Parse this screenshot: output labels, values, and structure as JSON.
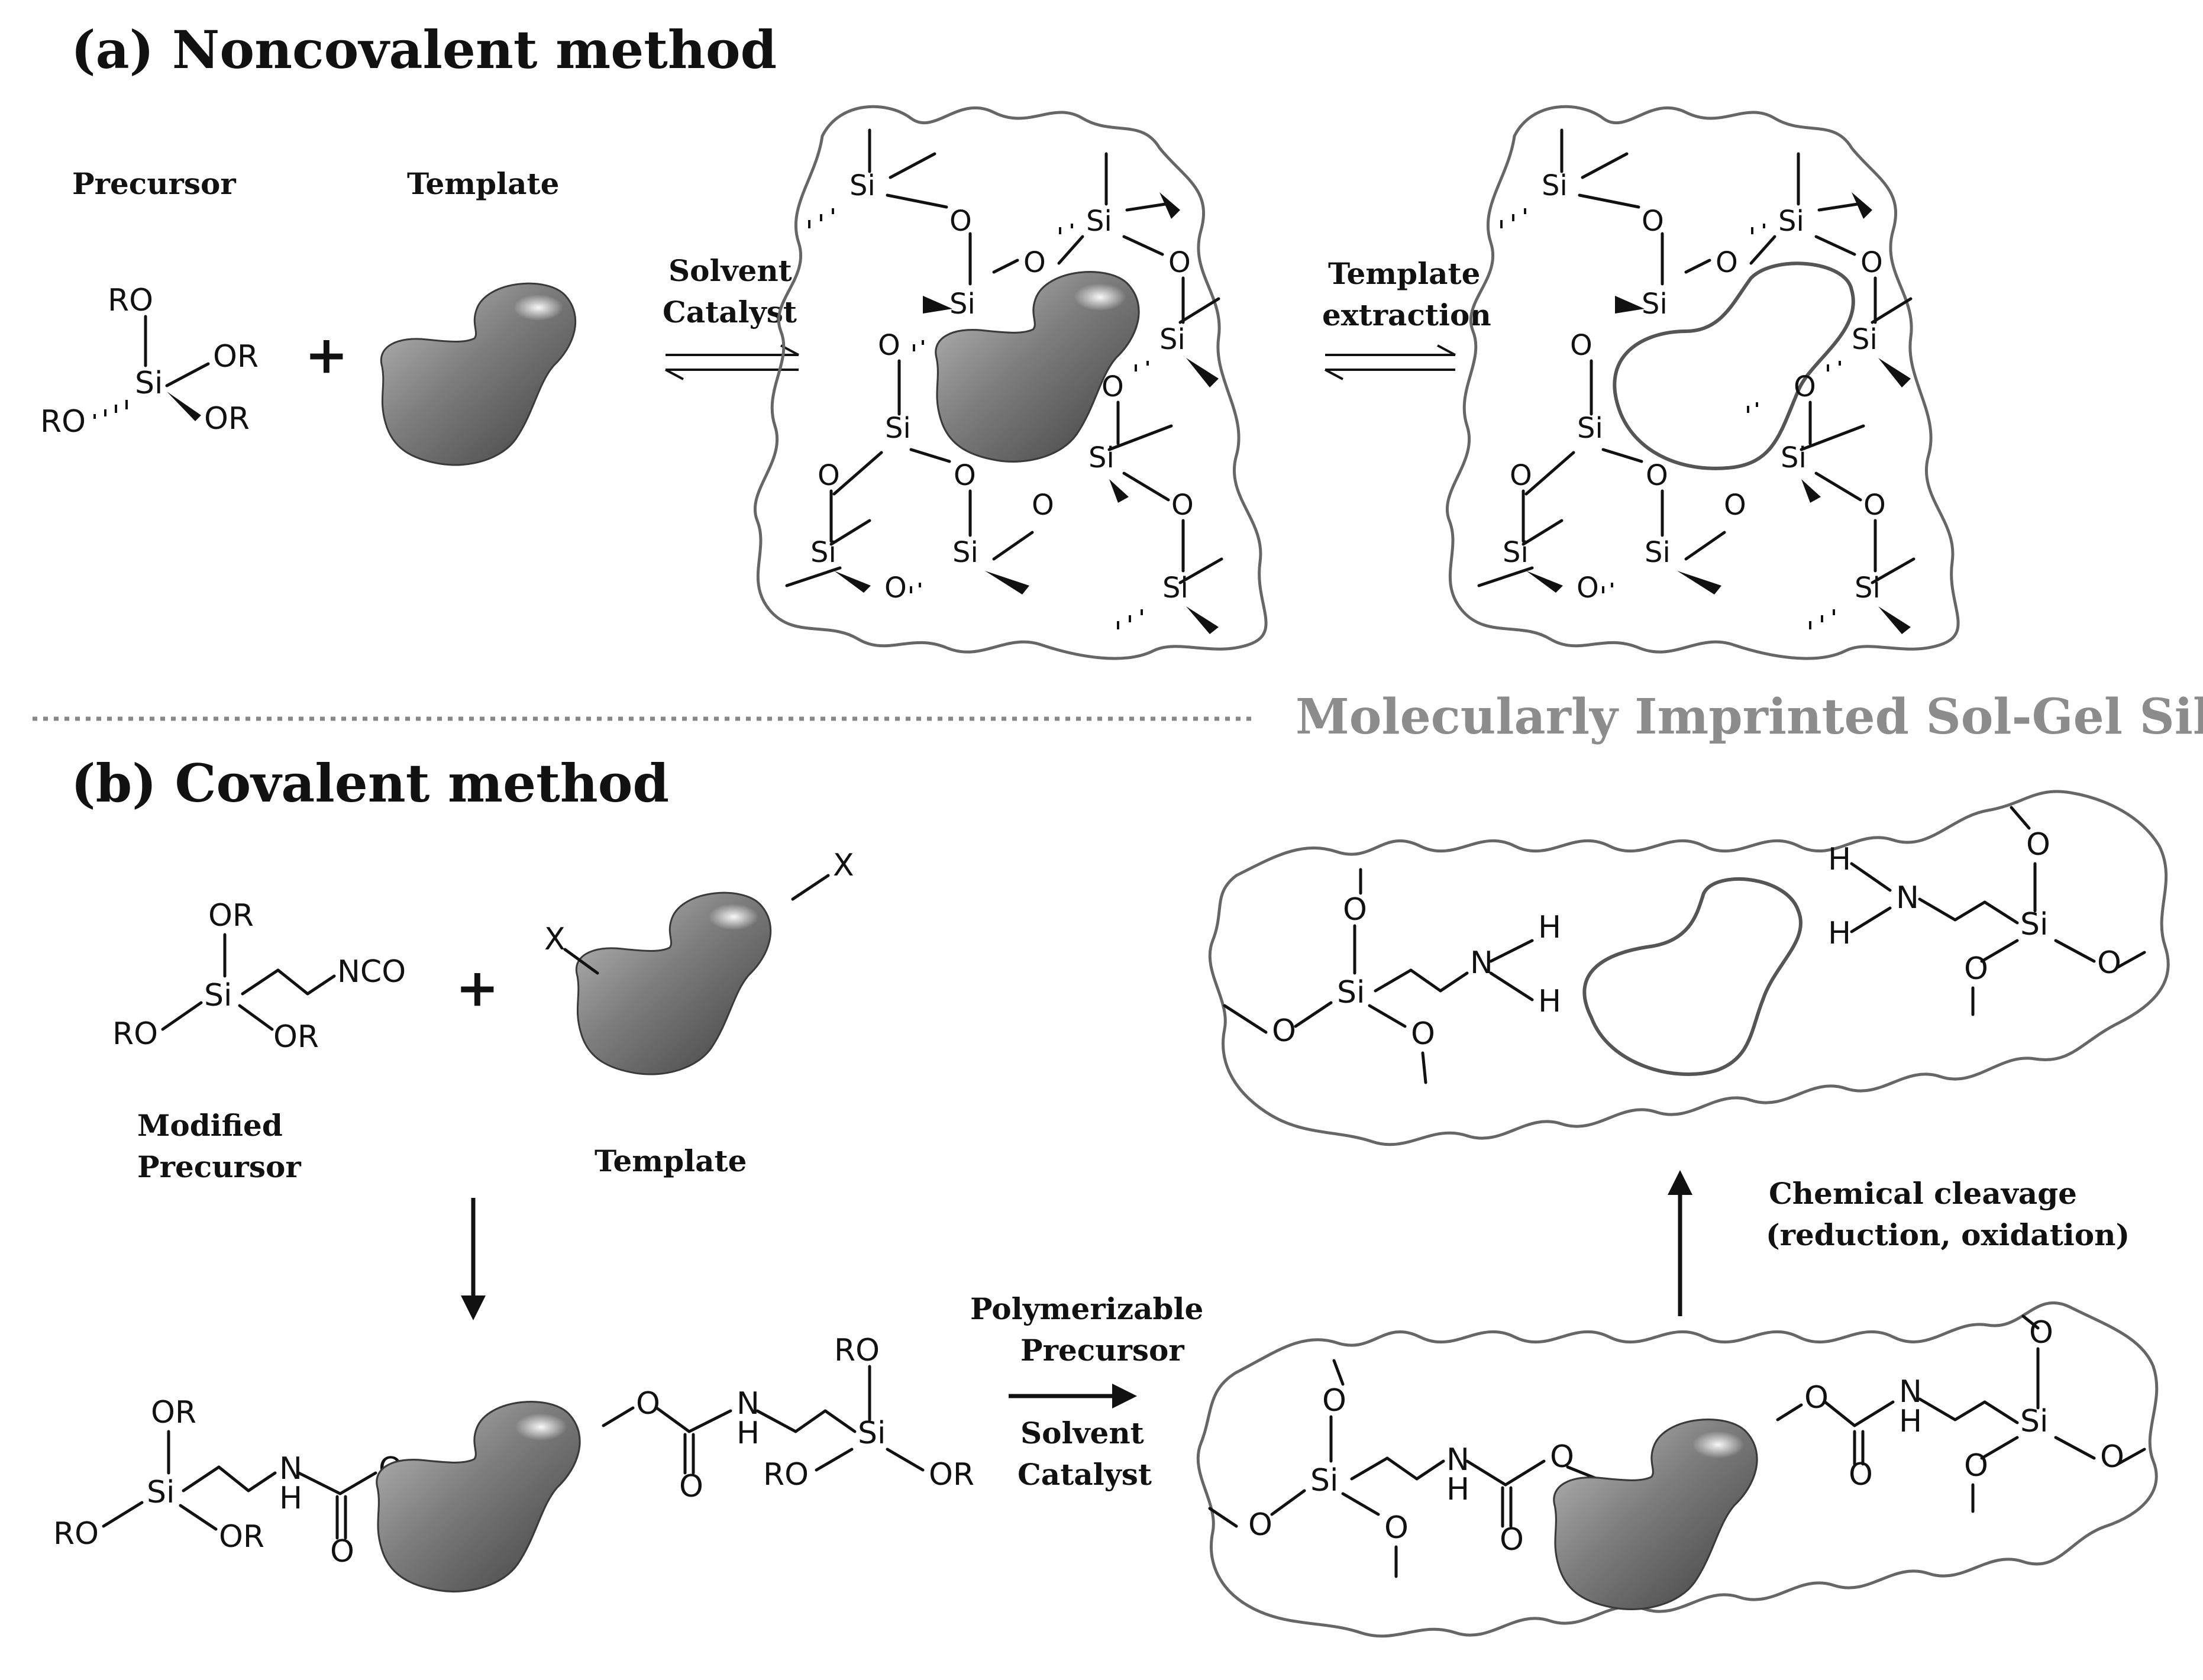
{
  "panel_a": {
    "title": "(a) Noncovalent method",
    "precursor_label": "Precursor",
    "template_label": "Template",
    "plus": "+",
    "step1_label_line1": "Solvent",
    "step1_label_line2": "Catalyst",
    "step2_label_line1": "Template",
    "step2_label_line2": "extraction",
    "precursor_atoms": {
      "si": "Si",
      "or_top": "RO",
      "or_right": "OR",
      "or_left": "RO",
      "or_bottom": "OR"
    }
  },
  "banner": "Molecularly Imprinted Sol-Gel Silica",
  "panel_b": {
    "title": "(b) Covalent method",
    "modified_precursor_line1": "Modified",
    "modified_precursor_line2": "Precursor",
    "template_label": "Template",
    "plus": "+",
    "substituent": "X",
    "nco": "NCO",
    "step_poly_line1": "Polymerizable",
    "step_poly_line2": "Precursor",
    "step_poly_line3": "Solvent",
    "step_poly_line4": "Catalyst",
    "step_cleave_line1": "Chemical cleavage",
    "step_cleave_line2": "(reduction, oxidation)"
  },
  "atoms": {
    "si": "Si",
    "o": "O",
    "n": "N",
    "h": "H",
    "ro": "RO",
    "or": "OR"
  },
  "colors": {
    "template_fill": "#7d7d7d",
    "matrix_stroke": "#666666",
    "banner": "#8c8c8c"
  }
}
